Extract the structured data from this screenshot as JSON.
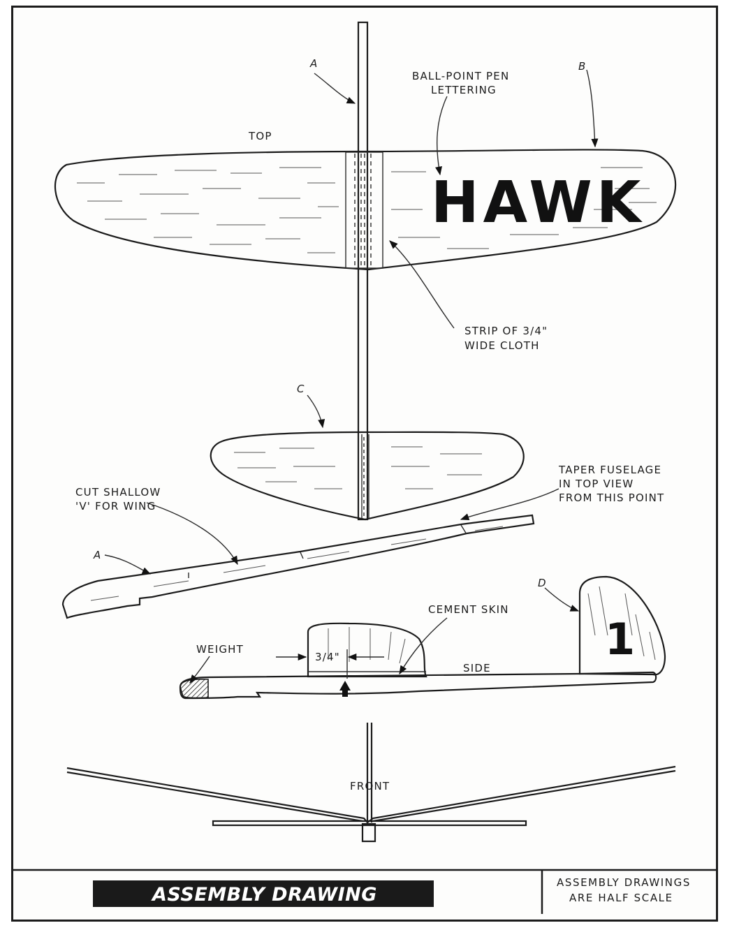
{
  "labels": {
    "part_a_top": "A",
    "part_b": "B",
    "part_c": "C",
    "part_a_side": "A",
    "part_d": "D",
    "ballpoint_line1": "BALL-POINT PEN",
    "ballpoint_line2": "LETTERING",
    "top_view": "TOP",
    "strip_line1": "STRIP OF 3/4\"",
    "strip_line2": "WIDE CLOTH",
    "cut_line1": "CUT SHALLOW",
    "cut_line2": "'V' FOR WING",
    "taper_line1": "TAPER FUSELAGE",
    "taper_line2": "IN TOP VIEW",
    "taper_line3": "FROM THIS POINT",
    "cement_skin": "CEMENT SKIN",
    "weight": "WEIGHT",
    "dimension": "3/4\"",
    "side_view": "SIDE",
    "front_view": "FRONT"
  },
  "wing_lettering": "HAWK",
  "fin_number": "1",
  "footer": {
    "title": "ASSEMBLY DRAWING",
    "scale_note_line1": "ASSEMBLY  DRAWINGS",
    "scale_note_line2": "ARE  HALF  SCALE"
  }
}
